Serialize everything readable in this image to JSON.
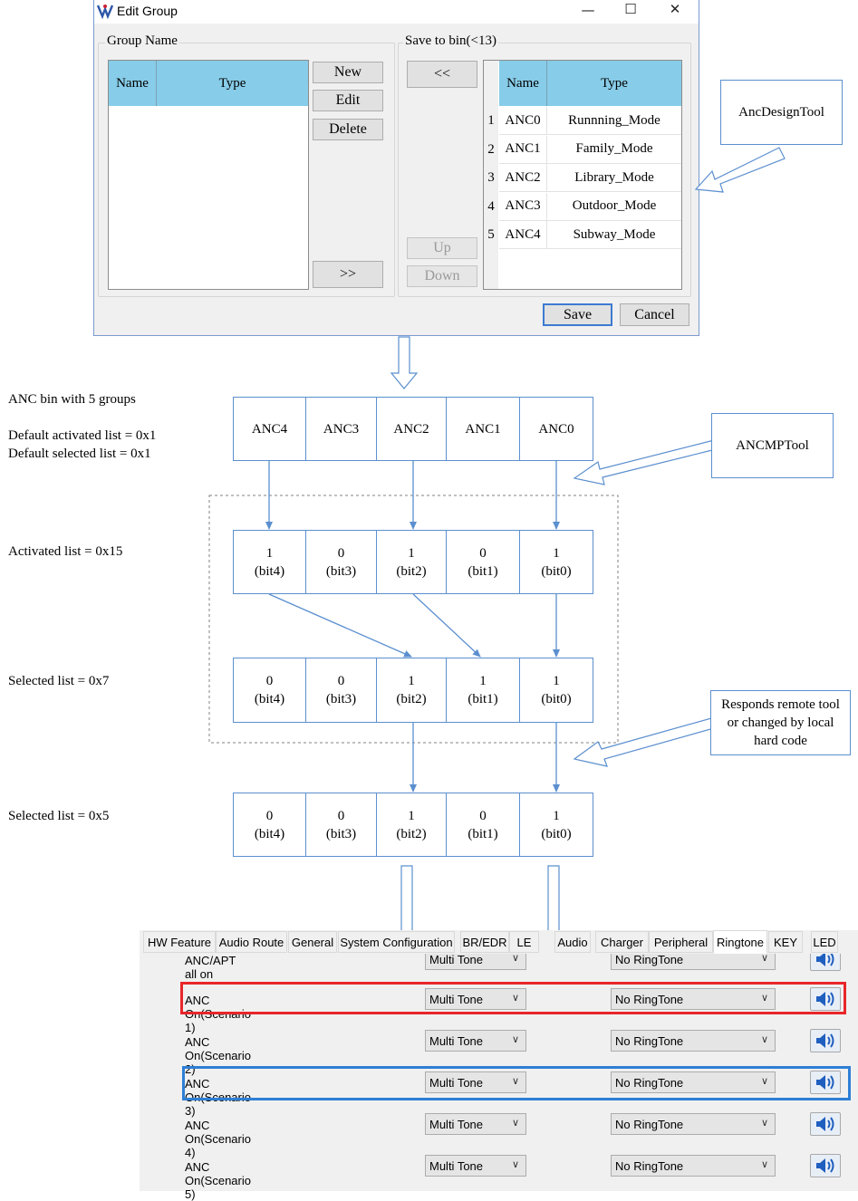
{
  "dialog": {
    "title": "Edit Group",
    "group_name_label": "Group Name",
    "left_headers": [
      "Name",
      "Type"
    ],
    "buttons": {
      "new": "New",
      "edit": "Edit",
      "delete": "Delete",
      "move_right": ">>",
      "move_left": "<<",
      "up": "Up",
      "down": "Down",
      "save": "Save",
      "cancel": "Cancel"
    },
    "save_to_bin_label": "Save to bin(<13)",
    "right_headers": [
      "Name",
      "Type"
    ],
    "rows": [
      {
        "num": "1",
        "name": "ANC0",
        "type": "Runnning_Mode"
      },
      {
        "num": "2",
        "name": "ANC1",
        "type": "Family_Mode"
      },
      {
        "num": "3",
        "name": "ANC2",
        "type": "Library_Mode"
      },
      {
        "num": "4",
        "name": "ANC3",
        "type": "Outdoor_Mode"
      },
      {
        "num": "5",
        "name": "ANC4",
        "type": "Subway_Mode"
      }
    ],
    "icons": [
      "app-icon",
      "minimize-icon",
      "maximize-icon",
      "close-icon"
    ]
  },
  "diagram": {
    "callouts": {
      "design_tool": "AncDesignTool",
      "mp_tool": "ANCMPTool",
      "remote": [
        "Responds remote tool",
        "or changed by  local",
        "hard code"
      ]
    },
    "bin_label": "ANC bin with 5 groups",
    "default_activated": "Default activated list = 0x1",
    "default_selected": "Default selected list = 0x1",
    "groups": [
      "ANC4",
      "ANC3",
      "ANC2",
      "ANC1",
      "ANC0"
    ],
    "activated_label": "Activated list = 0x15",
    "activated_bits": [
      [
        "1",
        "(bit4)"
      ],
      [
        "0",
        "(bit3)"
      ],
      [
        "1",
        "(bit2)"
      ],
      [
        "0",
        "(bit1)"
      ],
      [
        "1",
        "(bit0)"
      ]
    ],
    "selected1_label": "Selected list = 0x7",
    "selected1_bits": [
      [
        "0",
        "(bit4)"
      ],
      [
        "0",
        "(bit3)"
      ],
      [
        "1",
        "(bit2)"
      ],
      [
        "1",
        "(bit1)"
      ],
      [
        "1",
        "(bit0)"
      ]
    ],
    "selected2_label": "Selected list = 0x5",
    "selected2_bits": [
      [
        "0",
        "(bit4)"
      ],
      [
        "0",
        "(bit3)"
      ],
      [
        "1",
        "(bit2)"
      ],
      [
        "0",
        "(bit1)"
      ],
      [
        "1",
        "(bit0)"
      ]
    ]
  },
  "panel": {
    "tabs": [
      "HW Feature",
      "Audio Route",
      "General",
      "System Configuration",
      "BR/EDR",
      "LE",
      "Audio",
      "Charger",
      "Peripheral",
      "Ringtone",
      "KEY",
      "LED"
    ],
    "active_tab": "Ringtone",
    "partial_row": {
      "label": "ANC/APT all on",
      "tone": "Multi Tone",
      "ring": "No RingTone"
    },
    "rows": [
      {
        "label": "ANC On(Scenario 1)",
        "tone": "Multi Tone",
        "ring": "No RingTone"
      },
      {
        "label": "ANC On(Scenario 2)",
        "tone": "Multi Tone",
        "ring": "No RingTone"
      },
      {
        "label": "ANC On(Scenario 3)",
        "tone": "Multi Tone",
        "ring": "No RingTone"
      },
      {
        "label": "ANC On(Scenario 4)",
        "tone": "Multi Tone",
        "ring": "No RingTone"
      },
      {
        "label": "ANC On(Scenario 5)",
        "tone": "Multi Tone",
        "ring": "No RingTone"
      }
    ],
    "highlight_colors": {
      "red": "#e8262a",
      "blue": "#2e7fd6"
    },
    "icons": [
      "chevron-down-icon",
      "speaker-icon"
    ]
  },
  "colors": {
    "header_fill": "#87cce8",
    "diagram_line": "#5b8fcf"
  }
}
